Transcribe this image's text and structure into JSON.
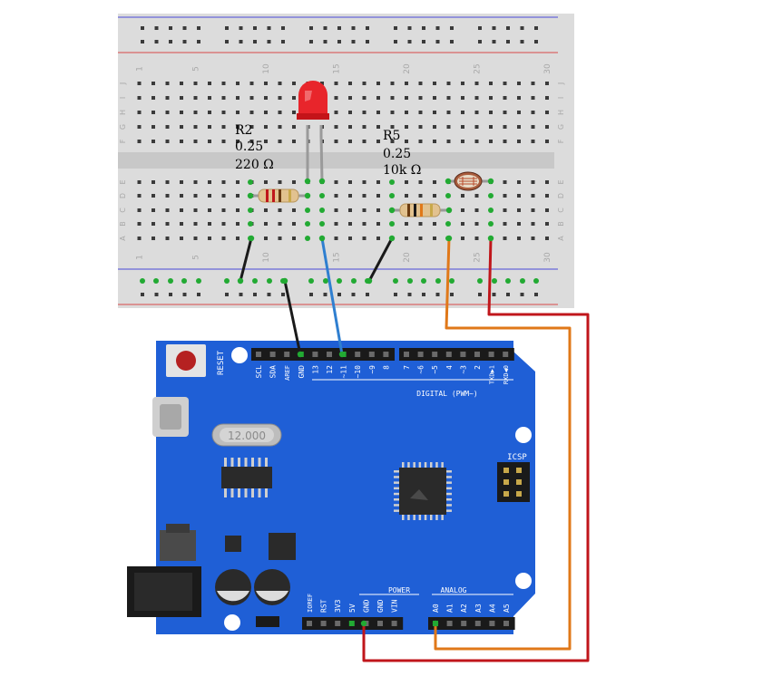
{
  "breadboard": {
    "column_numbers": [
      "1",
      "5",
      "10",
      "15",
      "20",
      "25",
      "30"
    ],
    "row_letters_top": [
      "J",
      "I",
      "H",
      "G",
      "F"
    ],
    "row_letters_bottom": [
      "E",
      "D",
      "C",
      "B",
      "A"
    ]
  },
  "components": {
    "r2": {
      "name": "R2",
      "power": "0.25",
      "resistance": "220 Ω"
    },
    "r5": {
      "name": "R5",
      "power": "0.25",
      "resistance": "10k Ω"
    },
    "led": {
      "color": "red"
    },
    "photoresistor": {
      "type": "photocell"
    }
  },
  "arduino": {
    "reset_label": "RESET",
    "crystal_label": "12.000",
    "icsp_label": "ICSP",
    "digital_label": "DIGITAL (PWM~)",
    "power_label": "POWER",
    "analog_label": "ANALOG",
    "top_pins_left": [
      "SCL",
      "SDA",
      "AREF",
      "GND",
      "13",
      "12",
      "~11",
      "~10",
      "~9",
      "8"
    ],
    "top_pins_right": [
      "7",
      "~6",
      "~5",
      "4",
      "~3",
      "2",
      "TXD▶1",
      "RXD◀0"
    ],
    "power_pins": [
      "IOREF",
      "RST",
      "3V3",
      "5V",
      "GND",
      "GND",
      "VIN"
    ],
    "analog_pins": [
      "A0",
      "A1",
      "A2",
      "A3",
      "A4",
      "A5"
    ]
  },
  "wires": {
    "colors": {
      "ground": "#1a1a1a",
      "signal": "#2f7fd0",
      "power": "#c0161b",
      "analog": "#e07819"
    }
  }
}
